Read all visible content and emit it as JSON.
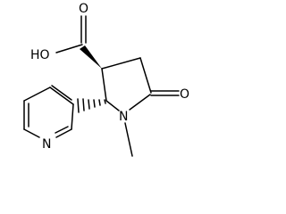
{
  "molecule": {
    "atoms": {
      "oh": "HO",
      "carbonyl_o_acid": "O",
      "lactam_o": "O",
      "ring_n": "N",
      "pyridine_n": "N"
    }
  }
}
